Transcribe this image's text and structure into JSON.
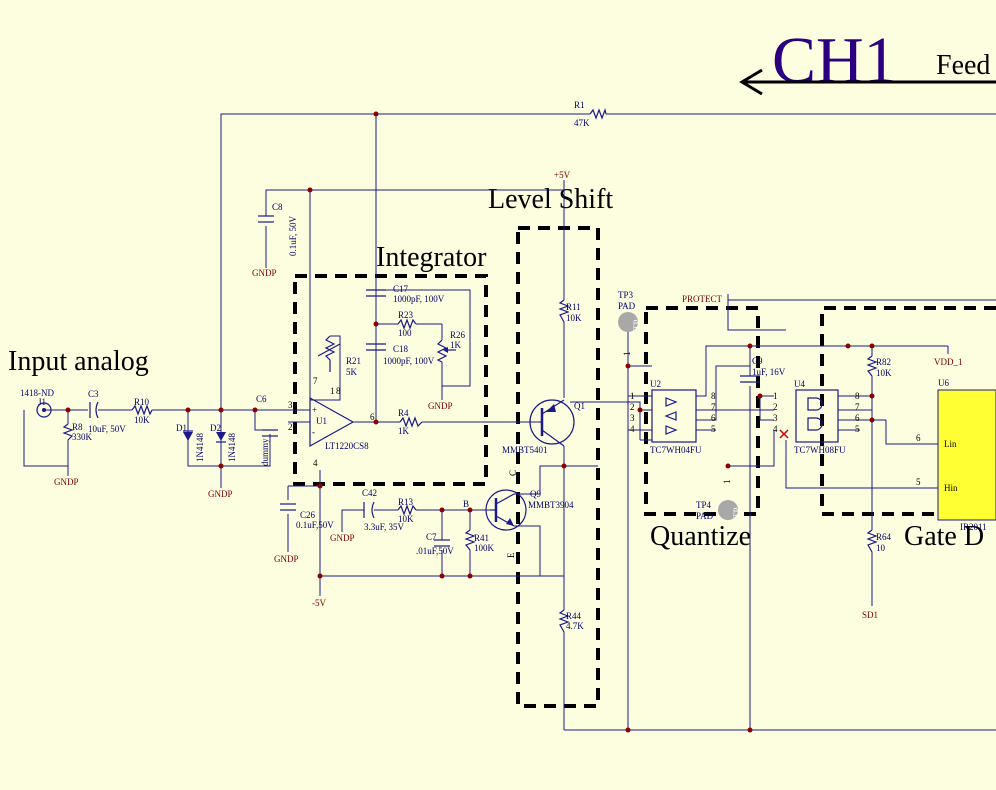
{
  "titles": {
    "channel": "CH1",
    "feedback": "Feed",
    "input_analog": "Input analog",
    "integrator": "Integrator",
    "level_shift": "Level Shift",
    "quantize": "Quantize",
    "gate_driver": "Gate D"
  },
  "colors": {
    "background": "#fdfde0",
    "wire": "#1a1a8c",
    "junction": "#8b0000",
    "net_label": "#7a0000",
    "ic_fill": "#ffff33",
    "title": "#2a0080"
  },
  "parts": {
    "j1": {
      "ref": "J1",
      "value": "1418-ND"
    },
    "r8": {
      "ref": "R8",
      "value": "330K"
    },
    "c3": {
      "ref": "C3",
      "value": "10uF, 50V"
    },
    "r10": {
      "ref": "R10",
      "value": "10K"
    },
    "d1": {
      "ref": "D1",
      "value": "1N4148"
    },
    "d2": {
      "ref": "D2",
      "value": "1N4148"
    },
    "dummy": {
      "value": "dummy"
    },
    "c6": {
      "ref": "C6"
    },
    "c8": {
      "ref": "C8",
      "value": "0.1uF, 50V"
    },
    "r1": {
      "ref": "R1",
      "value": "47K"
    },
    "c17": {
      "ref": "C17",
      "value": "1000pF, 100V"
    },
    "r23": {
      "ref": "R23",
      "value": "100"
    },
    "r26": {
      "ref": "R26",
      "value": "1K"
    },
    "c18": {
      "ref": "C18",
      "value": "1000pF, 100V"
    },
    "r21": {
      "ref": "R21",
      "value": "5K"
    },
    "u1": {
      "ref": "U1",
      "value": "LT1220CS8"
    },
    "r4": {
      "ref": "R4",
      "value": "1K"
    },
    "c26": {
      "ref": "C26",
      "value": "0.1uF,50V"
    },
    "c42": {
      "ref": "C42",
      "value": "3.3uF, 35V"
    },
    "r13": {
      "ref": "R13",
      "value": "10K"
    },
    "c7": {
      "ref": "C7",
      "value": ".01uF,50V"
    },
    "r41": {
      "ref": "R41",
      "value": "100K"
    },
    "q9": {
      "ref": "Q9",
      "value": "MMBT3904"
    },
    "q1": {
      "ref": "Q1",
      "value": "MMBT5401"
    },
    "r11": {
      "ref": "R11",
      "value": "10K"
    },
    "r44": {
      "ref": "R44",
      "value": "4.7K"
    },
    "tp3": {
      "ref": "TP3",
      "value": "PAD"
    },
    "tp4": {
      "ref": "TP4",
      "value": "PAD"
    },
    "c9": {
      "ref": "C9",
      "value": "1uF, 16V"
    },
    "u2": {
      "ref": "U2",
      "value": "TC7WH04FU"
    },
    "u4": {
      "ref": "U4",
      "value": "TC7WH08FU"
    },
    "r82": {
      "ref": "R82",
      "value": "10K"
    },
    "r64": {
      "ref": "R64",
      "value": "10"
    },
    "u6": {
      "ref": "U6",
      "value": "IR2011",
      "pin_lin": "Lin",
      "pin_hin": "Hin"
    }
  },
  "nets": {
    "gndp": "GNDP",
    "plus5v": "+5V",
    "minus5v": "-5V",
    "protect": "PROTECT",
    "vdd1": "VDD_1",
    "sd1": "SD1",
    "tp_glyph": "TP"
  },
  "pin_labels": {
    "u1_p3": "3",
    "u1_p2": "2",
    "u1_p6": "6",
    "u1_p4": "4",
    "u1_p7": "7",
    "u1_p1": "1",
    "u1_p8": "8",
    "u1_plus": "+",
    "u1_minus": "-",
    "q_b": "B",
    "q_c": "C",
    "q_e": "E",
    "u2_l1": "1",
    "u2_l2": "2",
    "u2_l3": "3",
    "u2_l4": "4",
    "u2_r8": "8",
    "u2_r7": "7",
    "u2_r6": "6",
    "u2_r5": "5",
    "u4_l1": "1",
    "u4_l2": "2",
    "u4_l3": "3",
    "u4_l4": "4",
    "u4_r8": "8",
    "u4_r7": "7",
    "u4_r6": "6",
    "u4_r5": "5",
    "u6_6": "6",
    "u6_5": "5",
    "tp3_1": "1",
    "tp4_1": "1"
  }
}
